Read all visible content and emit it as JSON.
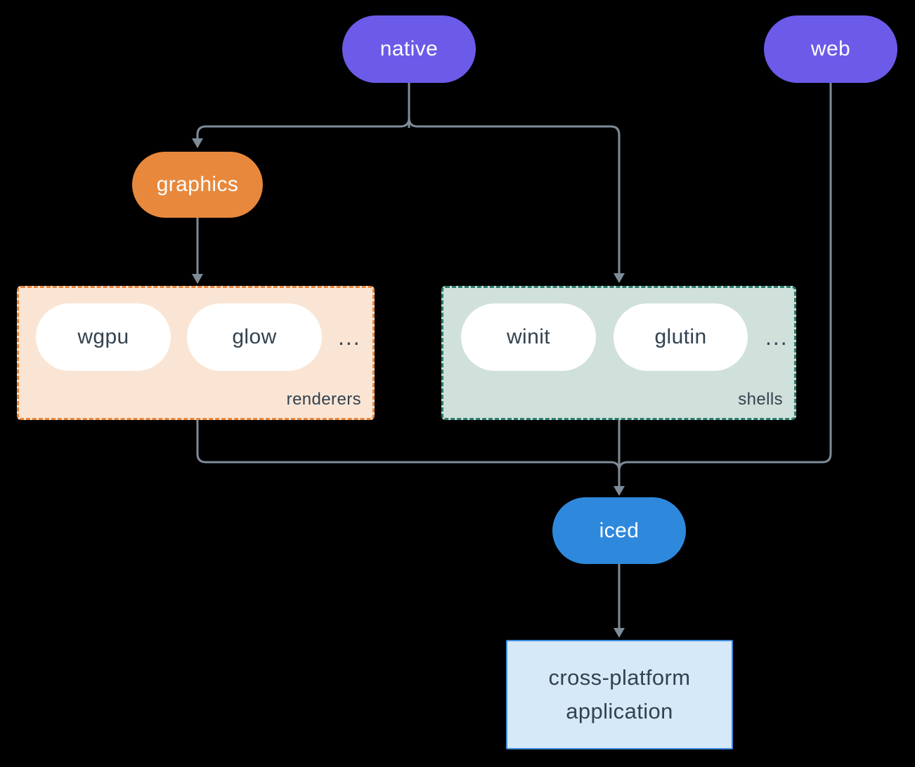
{
  "colors": {
    "background": "#000000",
    "connector": "#7E8C99",
    "text_on_color": "#FFFFFF",
    "text_dark": "#33424F",
    "node_purple": "#6B5BE8",
    "node_orange": "#E8883C",
    "node_iced": "#2E89DC",
    "pill_bg": "#FFFFFF",
    "renderers_bg": "#FAE5D4",
    "renderers_border": "#E8863B",
    "shells_bg": "#D0E0DA",
    "shells_border": "#2A7D6F",
    "app_bg": "#D6E9F8",
    "app_border": "#3D8EE0"
  },
  "nodes": {
    "native": {
      "label": "native"
    },
    "web": {
      "label": "web"
    },
    "graphics": {
      "label": "graphics"
    },
    "iced": {
      "label": "iced"
    },
    "application": {
      "label": "cross-platform application"
    }
  },
  "groups": {
    "renderers": {
      "label": "renderers",
      "pills": [
        "wgpu",
        "glow"
      ],
      "ellipsis": "..."
    },
    "shells": {
      "label": "shells",
      "pills": [
        "winit",
        "glutin"
      ],
      "ellipsis": "..."
    }
  }
}
